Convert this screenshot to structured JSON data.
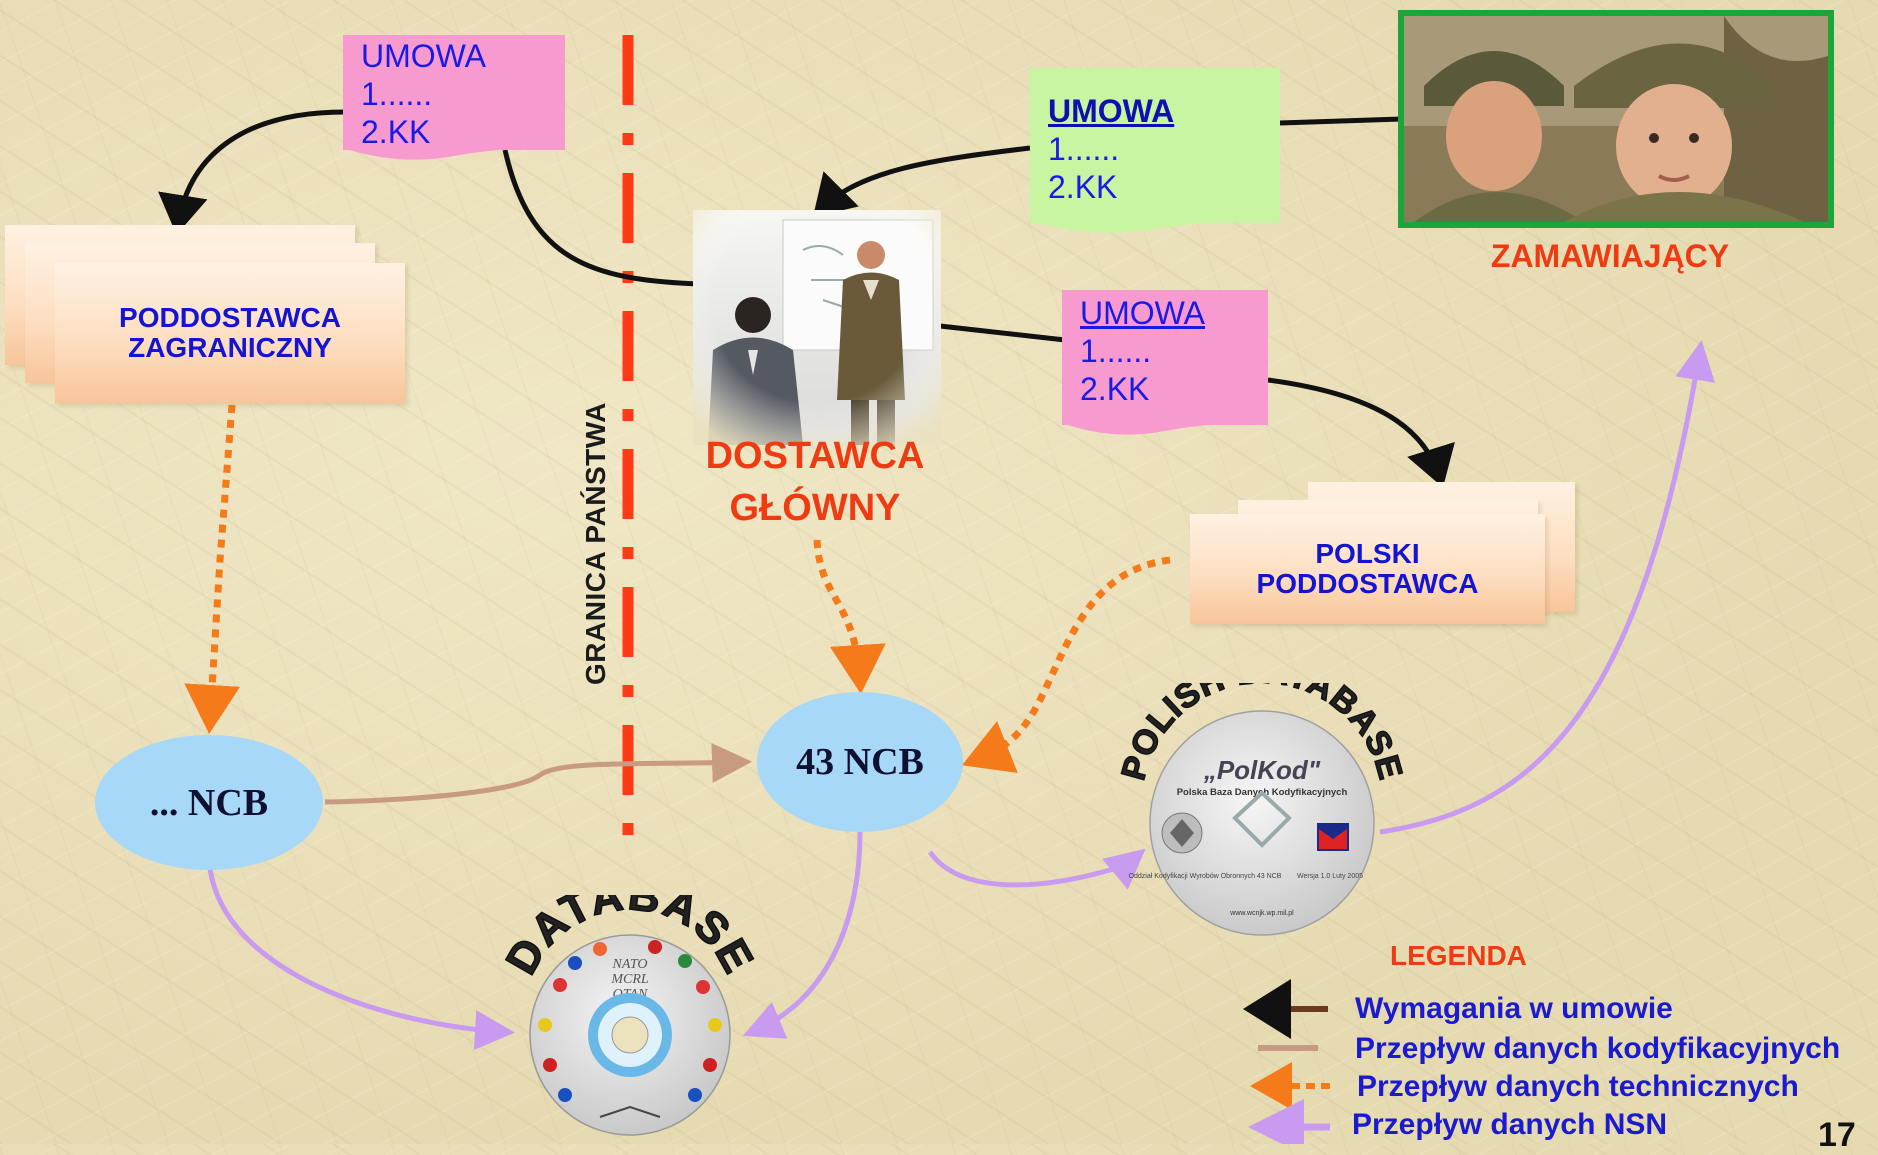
{
  "contract_pink_left": {
    "title": "UMOWA",
    "line1": "1......",
    "line2": "2.KK"
  },
  "contract_green": {
    "title": "UMOWA",
    "line1": "1......",
    "line2": "2.KK"
  },
  "contract_pink_right": {
    "title": "UMOWA",
    "line1": "1......",
    "line2": "2.KK"
  },
  "foreign_subcontractor": {
    "line1": "PODDOSTAWCA",
    "line2": "ZAGRANICZNY"
  },
  "polish_subcontractor": {
    "line1": "POLSKI",
    "line2": "PODDOSTAWCA"
  },
  "main_supplier": {
    "line1": "DOSTAWCA",
    "line2": "GŁÓWNY"
  },
  "orderer": {
    "label": "ZAMAWIAJĄCY"
  },
  "border_label": "GRANICA PAŃSTWA",
  "ncb_foreign": "... NCB",
  "ncb_43": "43 NCB",
  "database_disc": {
    "arc_text": "DATABASE",
    "center_lines": [
      "NATO",
      "MCRL",
      "OTAN"
    ]
  },
  "polish_disc": {
    "arc_text": "POLISH DATABASE",
    "title": "„PolKod\"",
    "subtitle": "Polska Baza Danych Kodyfikacyjnych",
    "left_text": "Oddział Kodyfikacji Wyrobów Obronnych 43 NCB",
    "right_text": "Wersja 1.0 Luty 2005",
    "url": "www.wcnjk.wp.mil.pl"
  },
  "legend": {
    "title": "LEGENDA",
    "items": [
      "Wymagania w umowie",
      "Przepływ danych kodyfikacyjnych",
      "Przepływ danych technicznych",
      "Przepływ danych NSN"
    ]
  },
  "page_number": "17",
  "colors": {
    "background": "#ece2bd",
    "contract_arrow": "#111111",
    "codification_flow": "#c99a82",
    "technical_flow": "#f47a1a",
    "nsn_flow": "#c89af0",
    "border_line": "#ff3a14",
    "ncb": "#a8d8f8",
    "text_blue": "#1a1ad0",
    "text_red": "#ef3b12",
    "pink_note": "#f79ad0",
    "green_note": "#c8f5a2"
  },
  "icons": [
    "businessmen-photo",
    "soldiers-photo",
    "nato-mcrl-disc",
    "polkod-disc"
  ]
}
